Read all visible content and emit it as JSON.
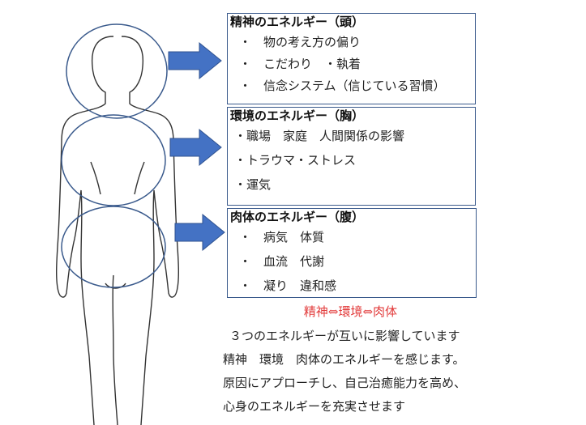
{
  "boxes": [
    {
      "title": "精神のエネルギー（頭）",
      "items": [
        "・　物の考え方の偏り",
        "・　こだわり　・執着",
        "・　信念システム（信じている習慣）"
      ]
    },
    {
      "title": "環境のエネルギー（胸）",
      "items": [
        "・職場　家庭　人間関係の影響",
        "・トラウマ・ストレス",
        "・運気"
      ]
    },
    {
      "title": "肉体のエネルギー（腹）",
      "items": [
        "・　病気　体質",
        "・　血流　代謝",
        "・　凝り　違和感"
      ]
    }
  ],
  "relation": "精神⇔環境⇔肉体",
  "paragraph": [
    "３つのエネルギーが互いに影響しています",
    "精神　環境　肉体のエネルギーを感じます。",
    "原因にアプローチし、自己治癒能力を高め、",
    "心身のエネルギーを充実させます"
  ],
  "colors": {
    "arrow": "#4472c4",
    "ellipse": "#3a5a8c",
    "relation": "#e23a3a"
  }
}
